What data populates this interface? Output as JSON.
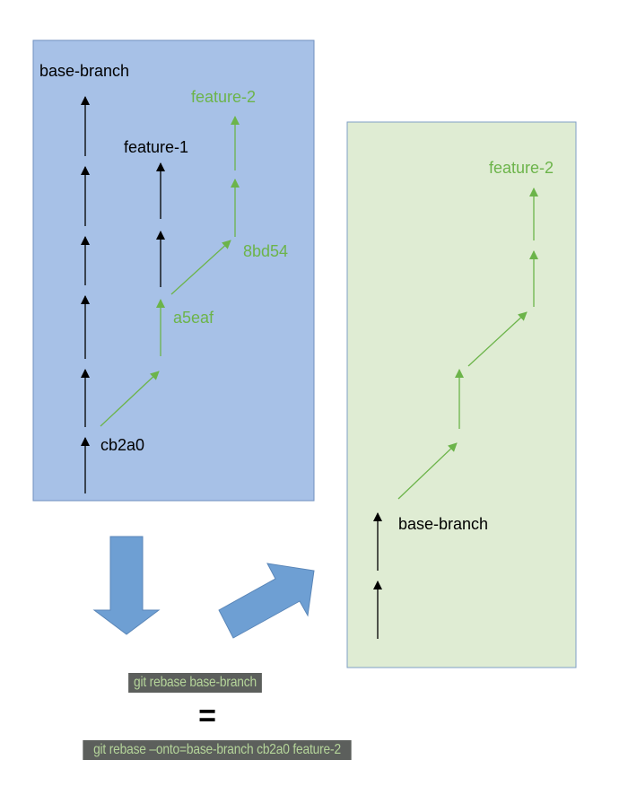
{
  "colors": {
    "left_panel_fill": "#a7c1e7",
    "left_panel_border": "#6f8fbf",
    "right_panel_fill": "#dfecd3",
    "right_panel_border": "#7f9fc4",
    "commit_black": "#000000",
    "commit_green": "#6cb44a",
    "big_arrow_fill": "#6e9fd3",
    "big_arrow_border": "#5a86b8",
    "command_background": "#5c5f5c",
    "command_text": "#b5d59a"
  },
  "left_panel": {
    "base_branch_label": "base-branch",
    "feature1_label": "feature-1",
    "feature2_label": "feature-2",
    "commit_8bd54": "8bd54",
    "commit_a5eaf": "a5eaf",
    "commit_cb2a0": "cb2a0"
  },
  "right_panel": {
    "feature2_label": "feature-2",
    "base_branch_label": "base-branch"
  },
  "commands": {
    "rebase": "git rebase base-branch",
    "equals": "=",
    "onto": "git rebase –onto=base-branch cb2a0 feature-2"
  }
}
